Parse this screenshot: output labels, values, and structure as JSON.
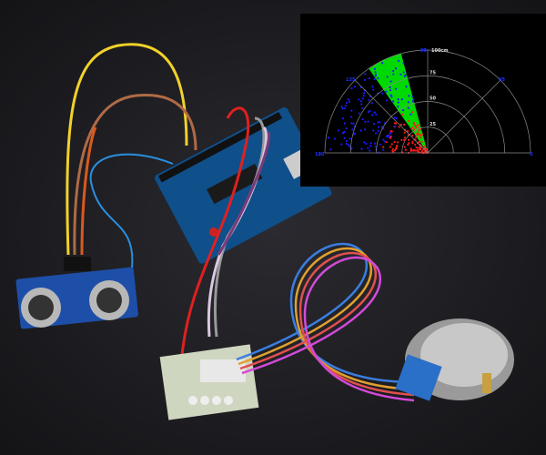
{
  "radar": {
    "range_labels": [
      "25",
      "50",
      "75",
      "100cm"
    ],
    "angle_labels": {
      "a0": "0",
      "a45": "45",
      "a90": "90",
      "a135": "135",
      "a180": "180"
    },
    "colors": {
      "background": "#000000",
      "grid": "#8a8a8a",
      "sweep": "#00ff00",
      "far_points": "#1a1aff",
      "near_points": "#ff1a1a"
    },
    "sweep_angle_deg": 105
  }
}
